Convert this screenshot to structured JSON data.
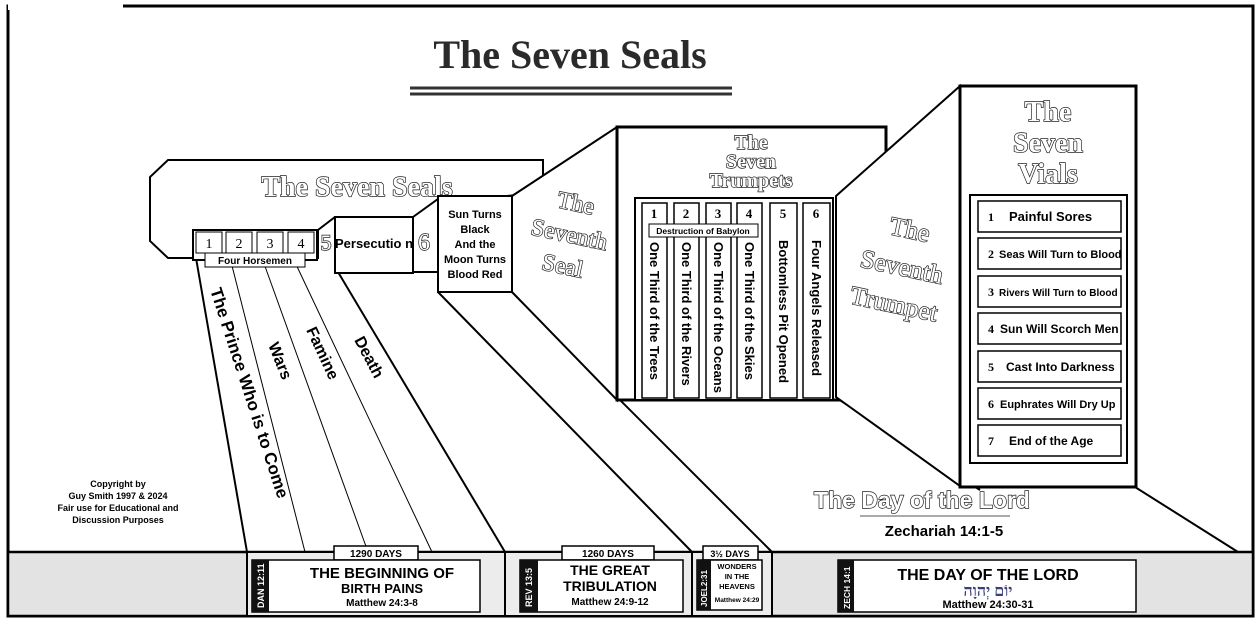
{
  "title": "The Seven Seals",
  "seals_box": {
    "heading": "The Seven Seals",
    "seal_numbers": [
      "1",
      "2",
      "3",
      "4"
    ],
    "horsemen_label": "Four Horsemen",
    "seal5_number": "5",
    "seal5_label": "Persecutio n",
    "seal6_number": "6",
    "seal6_lines": [
      "Sun Turns",
      "Black",
      "And the",
      "Moon Turns",
      "Blood Red"
    ]
  },
  "seventh_seal": {
    "lines": [
      "The",
      "Seventh",
      "Seal"
    ]
  },
  "horsemen": [
    "The Prince Who is to Come",
    "Wars",
    "Famine",
    "Death"
  ],
  "trumpets": {
    "heading_lines": [
      "The",
      "Seven",
      "Trumpets"
    ],
    "numbers": [
      "1",
      "2",
      "3",
      "4",
      "5",
      "6"
    ],
    "babylon_label": "Destruction of Babylon",
    "items": [
      "One Third of the Trees",
      "One Third of the Rivers",
      "One Third of the Oceans",
      "One Third of the Skies",
      "Bottomless Pit Opened",
      "Four Angels Released"
    ]
  },
  "seventh_trumpet": {
    "lines": [
      "The",
      "Seventh",
      "Trumpet"
    ]
  },
  "vials": {
    "heading_lines": [
      "The",
      "Seven",
      "Vials"
    ],
    "items": [
      {
        "num": "1",
        "label": "Painful Sores"
      },
      {
        "num": "2",
        "label": "Seas Will Turn to Blood"
      },
      {
        "num": "3",
        "label": "Rivers Will Turn to Blood"
      },
      {
        "num": "4",
        "label": "Sun Will Scorch Men"
      },
      {
        "num": "5",
        "label": "Cast Into Darkness"
      },
      {
        "num": "6",
        "label": "Euphrates Will Dry Up"
      },
      {
        "num": "7",
        "label": "End of the Age"
      }
    ]
  },
  "day_of_lord": {
    "title": "The Day of the Lord",
    "ref": "Zechariah 14:1-5"
  },
  "copyright": {
    "lines": [
      "Copyright by",
      "Guy Smith 1997 & 2024",
      "Fair use for Educational and",
      "Discussion Purposes"
    ]
  },
  "timeline": {
    "birth_pains": {
      "days": "1290 DAYS",
      "tag": "DAN 12:11",
      "title1": "THE BEGINNING OF",
      "title2": "BIRTH PAINS",
      "ref": "Matthew 24:3-8"
    },
    "tribulation": {
      "days": "1260 DAYS",
      "tag": "REV 13:5",
      "title1": "THE GREAT",
      "title2": "TRIBULATION",
      "ref": "Matthew 24:9-12"
    },
    "wonders": {
      "days": "3½ DAYS",
      "tag": "JOEL2:31",
      "lines": [
        "WONDERS",
        "IN THE",
        "HEAVENS"
      ],
      "ref": "Matthew 24:29"
    },
    "day_lord": {
      "tag": "ZECH 14:1",
      "title": "THE DAY OF THE LORD",
      "hebrew": "יוֹם יְהוָה",
      "ref": "Matthew 24:30-31"
    }
  }
}
